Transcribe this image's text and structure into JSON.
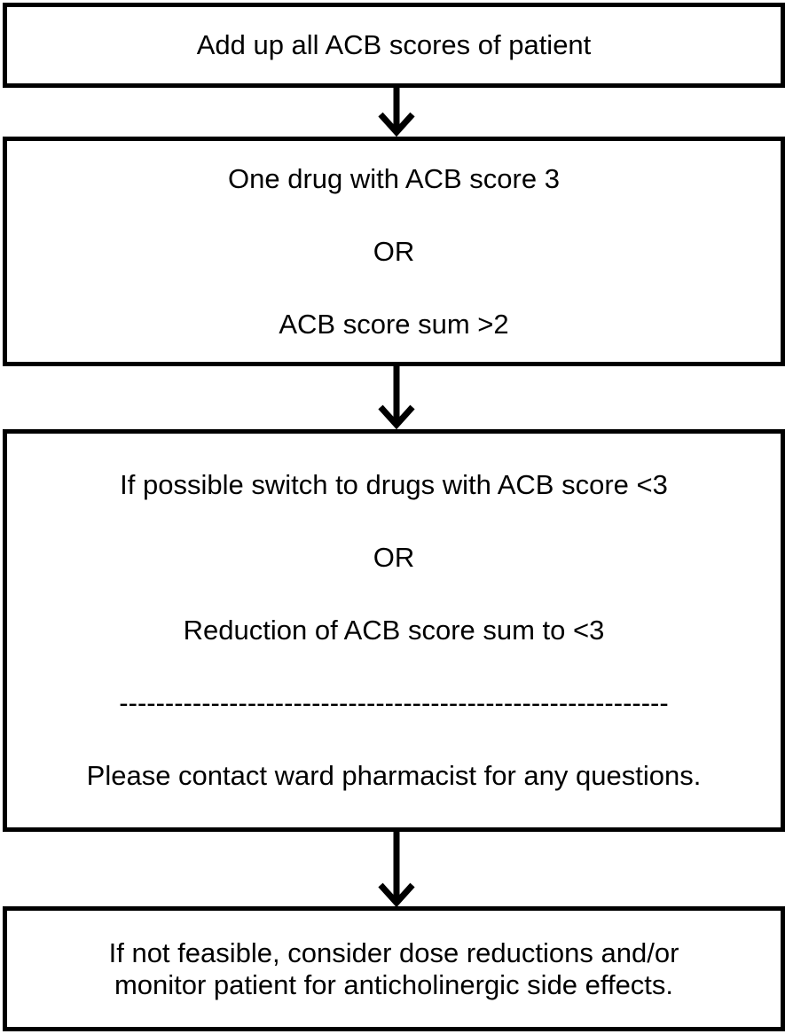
{
  "steps": {
    "sum": {
      "text": "Add up all ACB scores of patient"
    },
    "criteria": {
      "line1": "One drug with ACB score 3",
      "connector": "OR",
      "line2": "ACB score sum >2"
    },
    "action": {
      "line1": "If possible switch to drugs with ACB score <3",
      "connector": "OR",
      "line2": "Reduction of ACB score sum to <3",
      "separator": "------------------------------------------------------------",
      "note": "Please contact ward pharmacist for any questions."
    },
    "fallback": {
      "line1": "If not feasible, consider dose reductions and/or",
      "line2": "monitor patient for anticholinergic side effects."
    }
  },
  "colors": {
    "stroke": "#000000",
    "background": "#ffffff"
  }
}
